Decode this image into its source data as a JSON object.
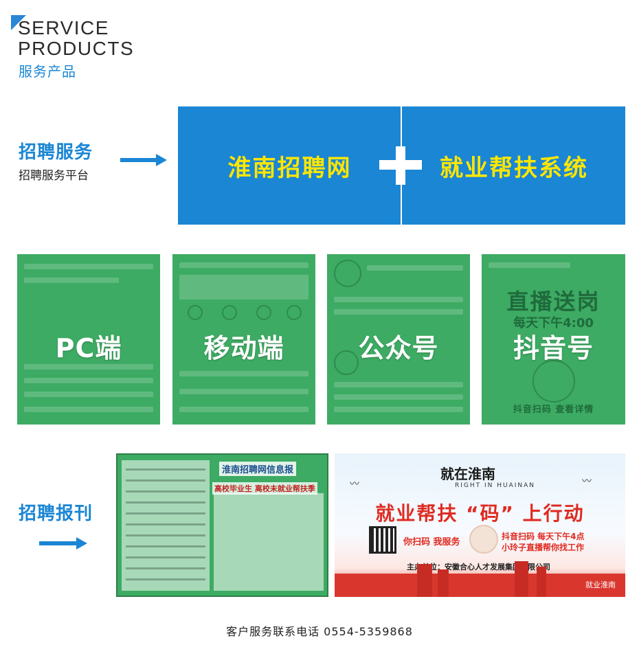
{
  "header": {
    "title_line1": "SERVICE",
    "title_line2": "PRODUCTS",
    "title_cn": "服务产品"
  },
  "recruitment_service": {
    "title": "招聘服务",
    "subtitle": "招聘服务平台",
    "banner_left": "淮南招聘网",
    "banner_right": "就业帮扶系统"
  },
  "platforms": [
    {
      "label": "PC端"
    },
    {
      "label": "移动端"
    },
    {
      "label": "公众号"
    },
    {
      "label": "抖音号",
      "headline": "直播送岗",
      "time": "每天下午4:00",
      "footer": "抖音扫码 查看详情"
    }
  ],
  "print": {
    "title": "招聘报刊",
    "paper_masthead": "淮南招聘网信息报",
    "paper_headline": "高校毕业生 离校未就业帮扶季"
  },
  "poster": {
    "logo": "就在淮南",
    "logo_sub": "RIGHT IN HUAINAN",
    "slogan": "就业帮扶 “码” 上行动",
    "scan": "你扫码 我服务",
    "info1": "抖音扫码 每天下午4点",
    "info2": "小玲子直播帮你找工作",
    "host": "主办单位：安徽合心人才发展集团有限公司",
    "watermark": "就业淮南"
  },
  "footer": {
    "contact": "客户服务联系电话  0554-5359868"
  },
  "colors": {
    "brand_blue": "#1a86d4",
    "banner_text": "#ffe600",
    "card_green": "#3dab63",
    "poster_red": "#e02a21"
  }
}
